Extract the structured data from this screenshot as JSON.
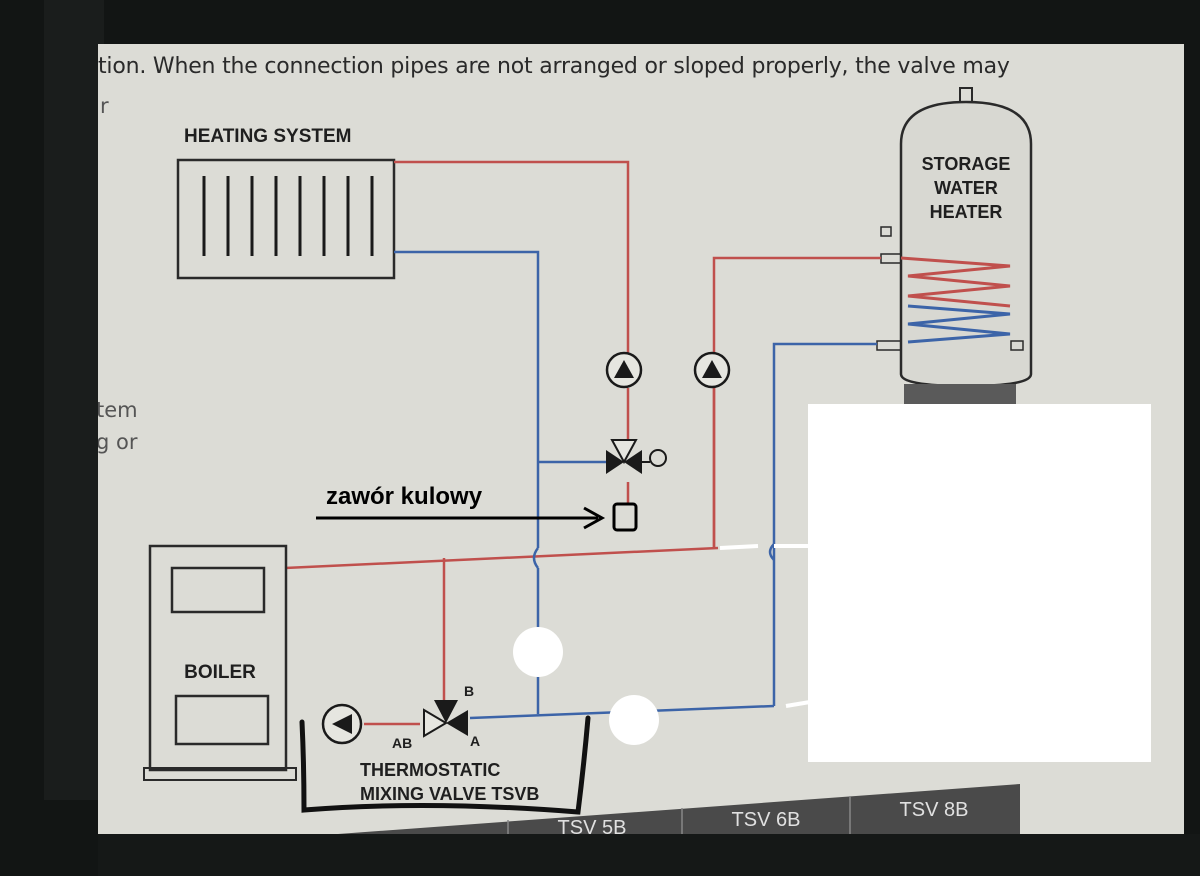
{
  "document": {
    "header_text": "tion. When the connection pipes are not arranged or sloped properly, the valve may",
    "margin_fragment_r": "r",
    "left_fragments": [
      "tem",
      "g or"
    ]
  },
  "diagram": {
    "labels": {
      "heating_system": "HEATING SYSTEM",
      "storage_line1": "STORAGE",
      "storage_line2": "WATER",
      "storage_line3": "HEATER",
      "boiler": "BOILER",
      "valve_line1": "THERMOSTATIC",
      "valve_line2": "MIXING VALVE TSVB",
      "port_ab": "AB",
      "port_a": "A",
      "port_b": "B"
    },
    "annotation": {
      "text": "zawór kulowy"
    },
    "table_headers": [
      "TSV 5B",
      "TSV 6B",
      "TSV 8B"
    ],
    "colors": {
      "hot_pipe": "#c0504d",
      "cold_pipe": "#3c64a8",
      "line": "#2a2a2a",
      "redaction": "#ffffff"
    }
  }
}
